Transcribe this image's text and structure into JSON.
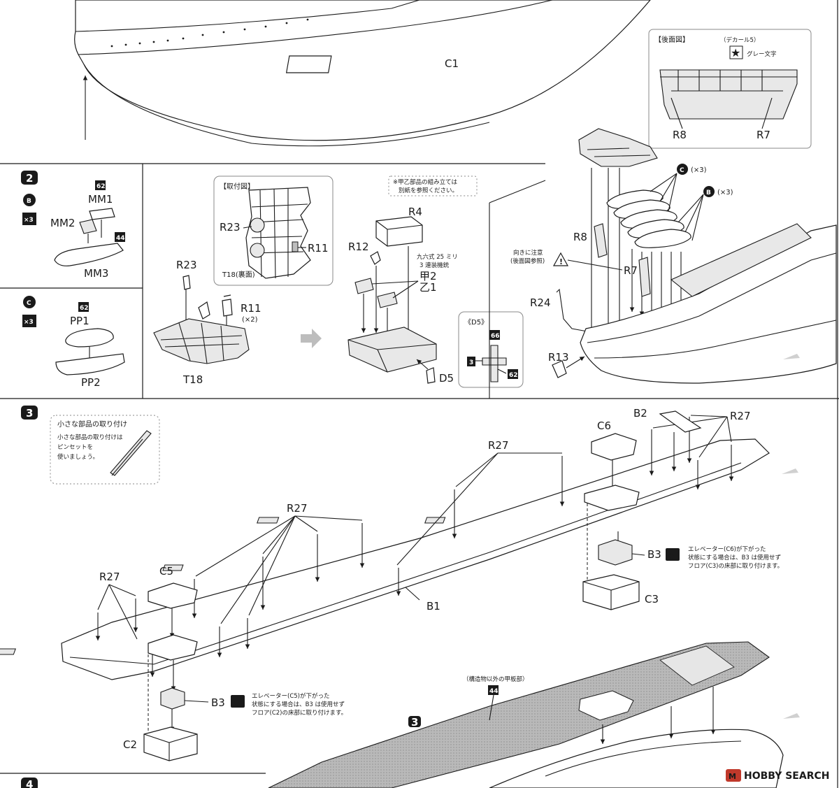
{
  "section1": {
    "hull_label": "C1",
    "rear_view": {
      "title": "【後面図】",
      "decal_note": "（デカール5）",
      "decal_desc": "グレー文字",
      "part_left": "R8",
      "part_right": "R7"
    }
  },
  "step2": {
    "step_number": "2",
    "sub_b": {
      "letter": "B",
      "multiplier": "×3",
      "paint_mm1": "62",
      "paint_mm3": "44",
      "parts": [
        "MM1",
        "MM2",
        "MM3"
      ]
    },
    "sub_c": {
      "letter": "C",
      "multiplier": "×3",
      "paint_pp1": "62",
      "parts": [
        "PP1",
        "PP2"
      ]
    },
    "mount_diagram": {
      "title": "【取付図】",
      "part_top": "R23",
      "part_right": "R11",
      "caption": "T18(裏面)"
    },
    "assembly": {
      "part_r23": "R23",
      "part_r11": "R11",
      "r11_count": "(×2)",
      "base": "T18"
    },
    "gun_mount": {
      "note_line1": "※甲乙部品の組み立ては",
      "note_line2": "別紙を参照ください。",
      "part_r4": "R4",
      "part_r12": "R12",
      "gun_name_line1": "九六式 25 ミリ",
      "gun_name_line2": "3 連装機銃",
      "kou": "甲2",
      "otsu": "乙1",
      "part_d5": "D5"
    },
    "d5_detail": {
      "title": "《D5》",
      "paint_top": "66",
      "paint_left": "3",
      "paint_right": "62"
    },
    "island": {
      "c_count": "(×3)",
      "b_count": "(×3)",
      "c_letter": "C",
      "b_letter": "B",
      "caution_line1": "向きに注意",
      "caution_line2": "(後面図参照)",
      "part_r8": "R8",
      "part_r7": "R7",
      "part_r24": "R24",
      "part_r13": "R13"
    }
  },
  "step3": {
    "step_number": "3",
    "tip": {
      "title": "小さな部品の取り付け",
      "line1": "小さな部品の取り付けは",
      "line2": "ピンセットを",
      "line3": "使いましょう。"
    },
    "labels": {
      "b1": "B1",
      "b2": "B2",
      "c2": "C2",
      "c3": "C3",
      "c5": "C5",
      "c6": "C6",
      "b3_left": "B3",
      "b3_right": "B3",
      "r27_a": "R27",
      "r27_b": "R27",
      "r27_c": "R27",
      "r27_d": "R27"
    },
    "elevator_note_c6": {
      "line1": "エレベーター(C6)が下がった",
      "line2": "状態にする場合は、B3 は使用せず",
      "line3": "フロア(C3)の床部に取り付けます。"
    },
    "elevator_note_c5": {
      "line1": "エレベーター(C5)が下がった",
      "line2": "状態にする場合は、B3 は使用せず",
      "line3": "フロア(C2)の床部に取り付けます。"
    },
    "deck_paint": {
      "note": "（構造物以外の甲板部）",
      "paint": "44"
    },
    "sub_step": "3"
  },
  "step4": {
    "step_number": "4"
  },
  "watermark": {
    "brand": "HOBBY SEARCH"
  }
}
